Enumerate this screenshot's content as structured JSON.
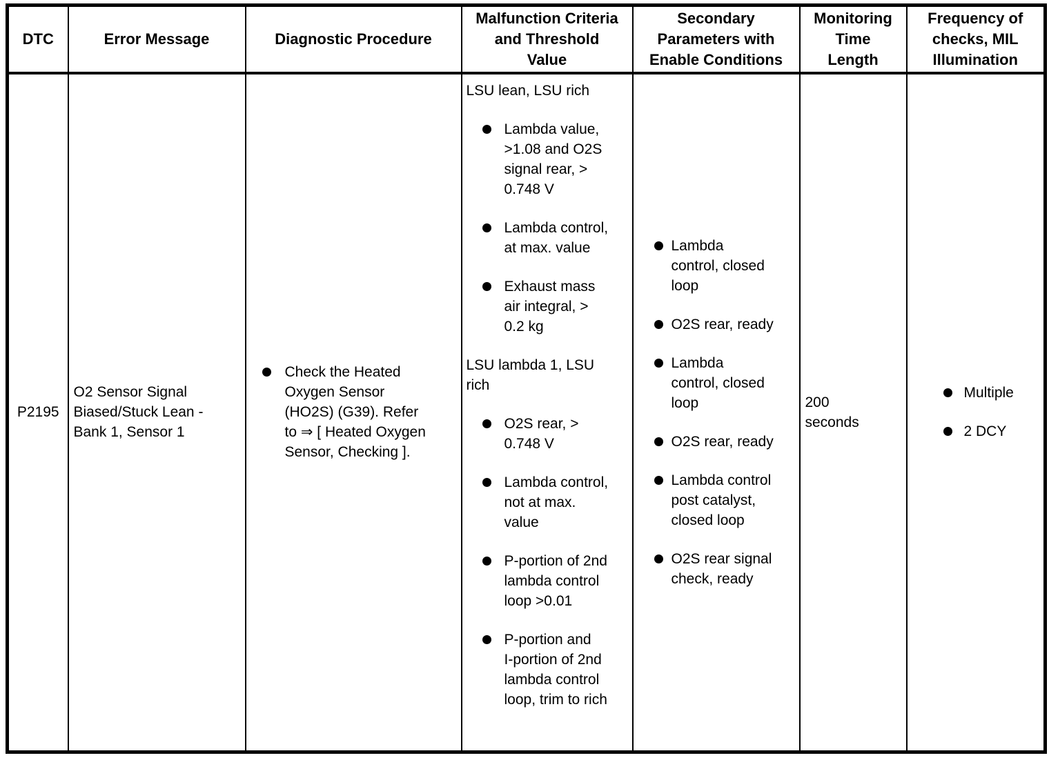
{
  "table": {
    "headers": [
      "DTC",
      "Error Message",
      "Diagnostic Procedure",
      "Malfunction Criteria\nand Threshold\nValue",
      "Secondary\nParameters with\nEnable Conditions",
      "Monitoring\nTime\nLength",
      "Frequency of\nchecks, MIL\nIllumination"
    ],
    "row": {
      "dtc": "P2195",
      "error_message": "O2 Sensor Signal\nBiased/Stuck Lean -\nBank 1, Sensor 1",
      "diagnostic_items": [
        "Check the Heated\nOxygen Sensor\n(HO2S) (G39). Refer\nto ⇒ [ Heated Oxygen\nSensor, Checking ]."
      ],
      "malfunction_groups": [
        {
          "heading": "LSU lean, LSU rich",
          "items": [
            "Lambda value,\n>1.08 and O2S\nsignal rear, >\n0.748 V",
            "Lambda control,\nat max. value",
            "Exhaust mass\nair integral, >\n0.2 kg"
          ]
        },
        {
          "heading": "LSU lambda 1, LSU\nrich",
          "items": [
            "O2S rear, >\n0.748 V",
            "Lambda control,\nnot at max.\nvalue",
            "P-portion of 2nd\nlambda control\nloop >0.01",
            "P-portion and\nI-portion of 2nd\nlambda control\nloop, trim to rich"
          ]
        }
      ],
      "secondary_items": [
        "Lambda\ncontrol, closed\nloop",
        "O2S rear, ready",
        "Lambda\ncontrol, closed\nloop",
        "O2S rear, ready",
        "Lambda control\npost catalyst,\nclosed loop",
        "O2S rear signal\ncheck, ready"
      ],
      "monitoring_time": "200\nseconds",
      "frequency_items": [
        "Multiple",
        "2 DCY"
      ]
    }
  }
}
